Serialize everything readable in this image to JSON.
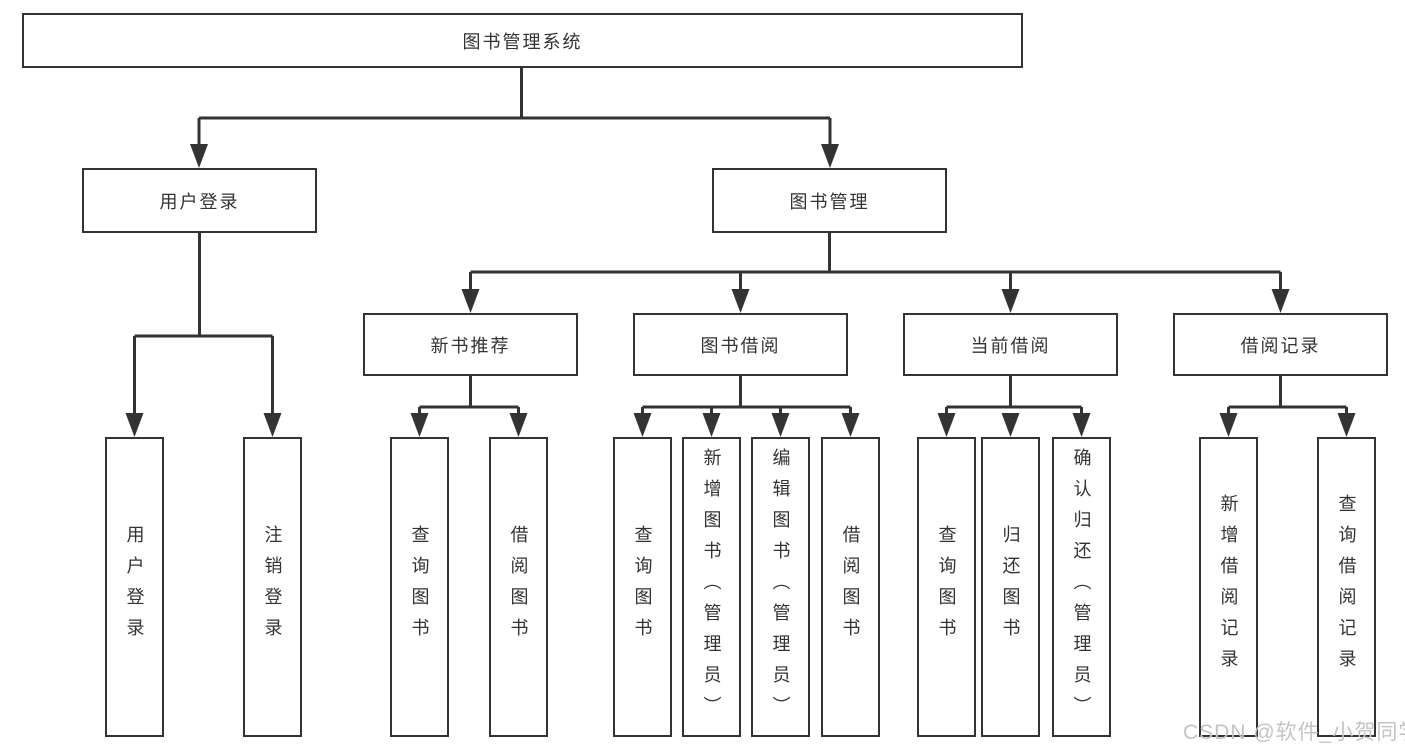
{
  "theme": {
    "line_color": "#333333",
    "text_color": "#333333",
    "background": "#ffffff",
    "watermark_color": "#c4c4c4"
  },
  "diagram": {
    "root": {
      "label": "图书管理系统"
    },
    "level2": [
      {
        "label": "用户登录"
      },
      {
        "label": "图书管理"
      }
    ],
    "level3": [
      {
        "label": "新书推荐"
      },
      {
        "label": "图书借阅"
      },
      {
        "label": "当前借阅"
      },
      {
        "label": "借阅记录"
      }
    ],
    "leaves": [
      {
        "label": "用户登录"
      },
      {
        "label": "注销登录"
      },
      {
        "label": "查询图书"
      },
      {
        "label": "借阅图书"
      },
      {
        "label": "查询图书"
      },
      {
        "label": "新增图书（管理员）"
      },
      {
        "label": "编辑图书（管理员）"
      },
      {
        "label": "借阅图书"
      },
      {
        "label": "查询图书"
      },
      {
        "label": "归还图书"
      },
      {
        "label": "确认归还（管理员）"
      },
      {
        "label": "新增借阅记录"
      },
      {
        "label": "查询借阅记录"
      }
    ]
  },
  "watermark": {
    "text": "CSDN @软件_小贺同学"
  }
}
